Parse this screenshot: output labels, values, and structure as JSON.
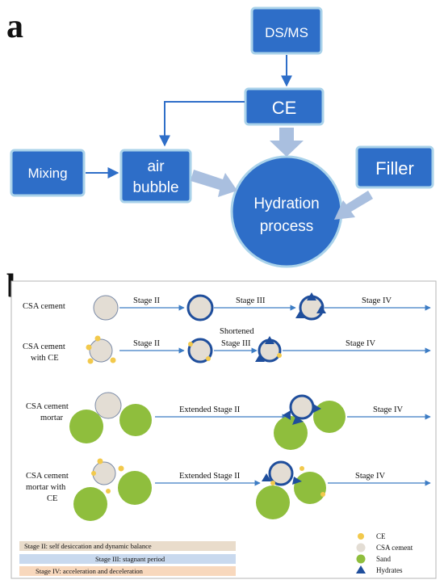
{
  "panel_a": {
    "letter": "a",
    "nodes": {
      "dsms": "DS/MS",
      "ce": "CE",
      "mixing": "Mixing",
      "air_line1": "air",
      "air_line2": "bubble",
      "filler": "Filler",
      "hyd_line1": "Hydration",
      "hyd_line2": "process"
    }
  },
  "panel_b": {
    "letter": "b",
    "rows": [
      {
        "label_lines": [
          "CSA cement"
        ],
        "arrows": [
          "Stage II",
          "Stage III",
          "Stage IV"
        ]
      },
      {
        "label_lines": [
          "CSA cement",
          "with CE"
        ],
        "arrows": [
          "Stage II",
          "Shortened",
          "Stage III",
          "Stage IV"
        ]
      },
      {
        "label_lines": [
          "CSA cement",
          "mortar"
        ],
        "arrows": [
          "Extended Stage II",
          "Stage IV"
        ]
      },
      {
        "label_lines": [
          "CSA cement",
          "mortar with",
          "CE"
        ],
        "arrows": [
          "Extended Stage II",
          "Stage IV"
        ]
      }
    ],
    "stage_key": [
      {
        "text": "Stage II: self desiccation and dynamic balance",
        "color": "#e9dccb"
      },
      {
        "text": "Stage III: stagnant period",
        "color": "#c9d9ee"
      },
      {
        "text": "Stage IV: acceleration and deceleration",
        "color": "#f8d8bd"
      }
    ],
    "legend": [
      {
        "label": "CE",
        "color": "#f2c94c",
        "icon": "ce-particle-icon"
      },
      {
        "label": "CSA cement",
        "color": "#e3ddd4",
        "icon": "cement-grain-icon"
      },
      {
        "label": "Sand",
        "color": "#8fbe3d",
        "icon": "sand-grain-icon"
      },
      {
        "label": "Hydrates",
        "color": "#1f4e9c",
        "icon": "hydrate-triangle-icon"
      }
    ]
  },
  "colors": {
    "box_blue": "#2e6ec8",
    "box_border": "#a9d2ea",
    "arrow_blue": "#2e6ec8",
    "fat_arrow": "#a9bfdf",
    "line_arrow": "#3c7cc4",
    "cement": "#e3ddd4",
    "cement_ring": "#5a6f8e",
    "sand": "#8fbe3d",
    "hydrate": "#1f4e9c",
    "ce": "#f2c94c"
  }
}
